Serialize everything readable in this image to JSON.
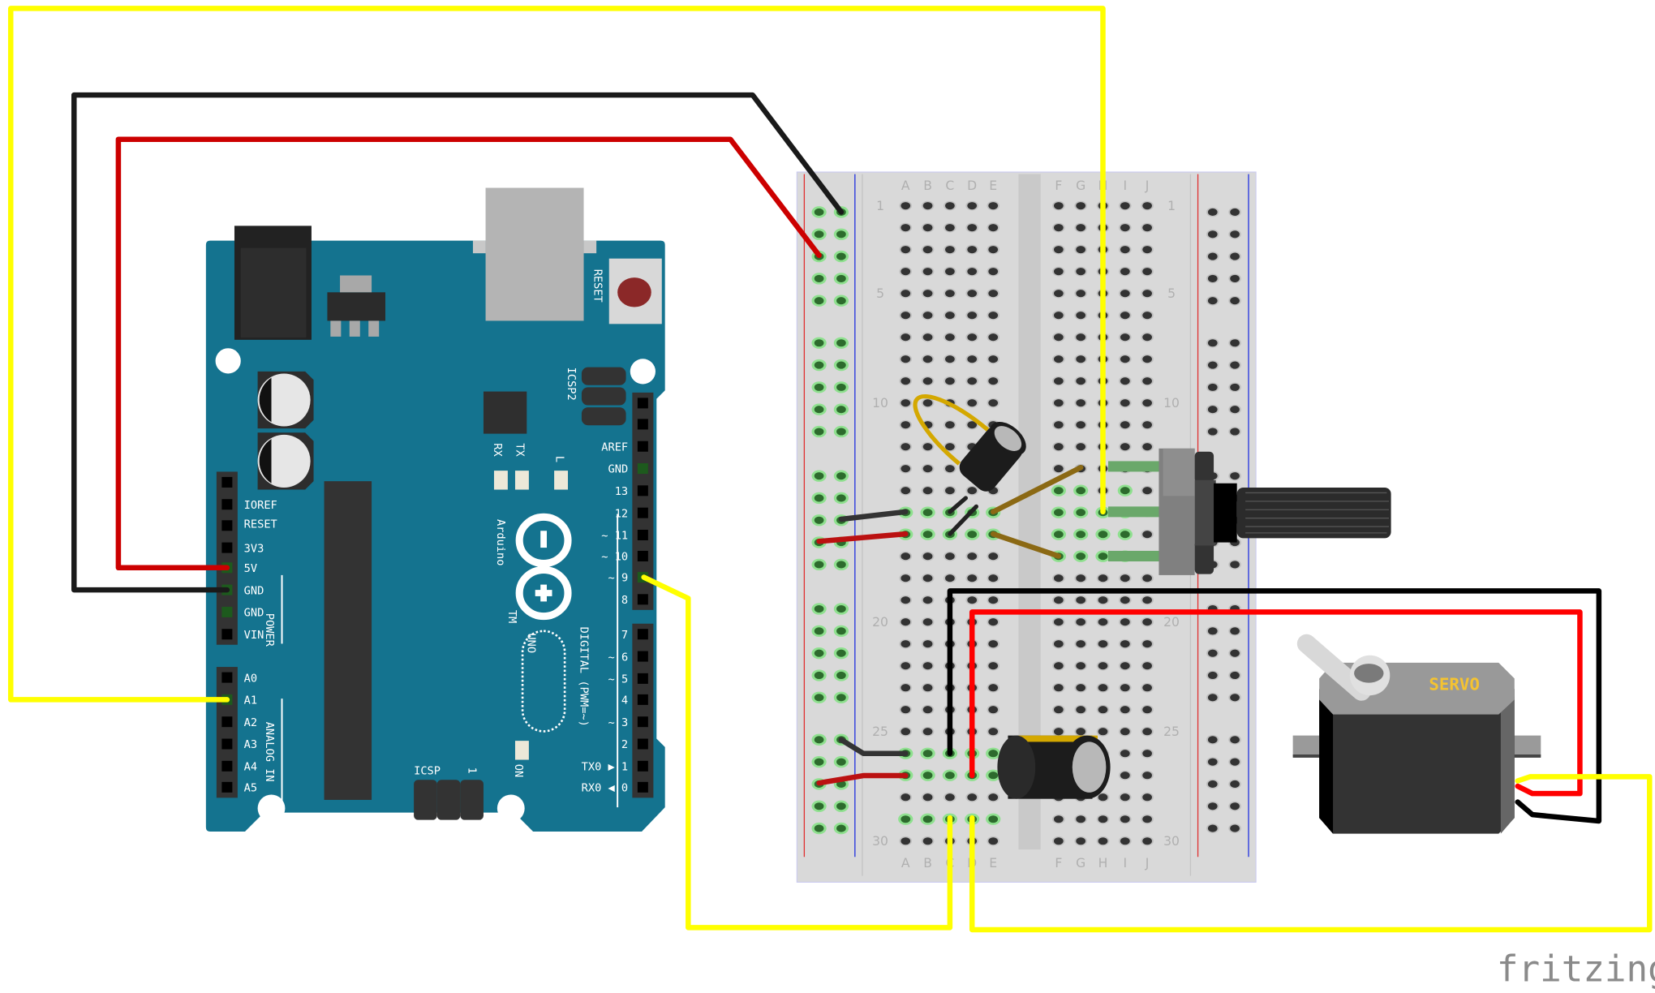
{
  "colors": {
    "board": "#14738f",
    "breadboard": "#d9d9d9",
    "wire_yellow": "#ffff00",
    "wire_red": "#e00000",
    "wire_black": "#1a1a1a",
    "servo_red": "#ff0000",
    "servo_label": "#f5c330"
  },
  "arduino": {
    "brand": "Arduino",
    "tm": "TM",
    "model": "UNO",
    "reset_label": "RESET",
    "icsp2_label": "ICSP2",
    "icsp_label": "ICSP",
    "icsp_pin1": "1",
    "rx_label": "RX",
    "tx_label": "TX",
    "l_label": "L",
    "on_label": "ON",
    "digital_label": "DIGITAL (PWM=~)",
    "power_label": "POWER",
    "analog_label": "ANALOG IN",
    "power_pins": [
      "IOREF",
      "RESET",
      "3V3",
      "5V",
      "GND",
      "GND",
      "VIN"
    ],
    "analog_pins": [
      "A0",
      "A1",
      "A2",
      "A3",
      "A4",
      "A5"
    ],
    "digital_pins_top": [
      "AREF",
      "GND",
      "13",
      "12",
      "~ 11",
      "~ 10",
      "~ 9",
      "8"
    ],
    "digital_pins_bottom": [
      "7",
      "~ 6",
      "~ 5",
      "4",
      "~ 3",
      "2",
      "TX0 ▶ 1",
      "RX0 ◀ 0"
    ]
  },
  "breadboard": {
    "columns_left": [
      "A",
      "B",
      "C",
      "D",
      "E"
    ],
    "columns_right": [
      "F",
      "G",
      "H",
      "I",
      "J"
    ],
    "row_labels": [
      "1",
      "5",
      "10",
      "20",
      "25",
      "30"
    ]
  },
  "servo": {
    "label": "SERVO"
  },
  "logo": {
    "text": "fritzing"
  }
}
